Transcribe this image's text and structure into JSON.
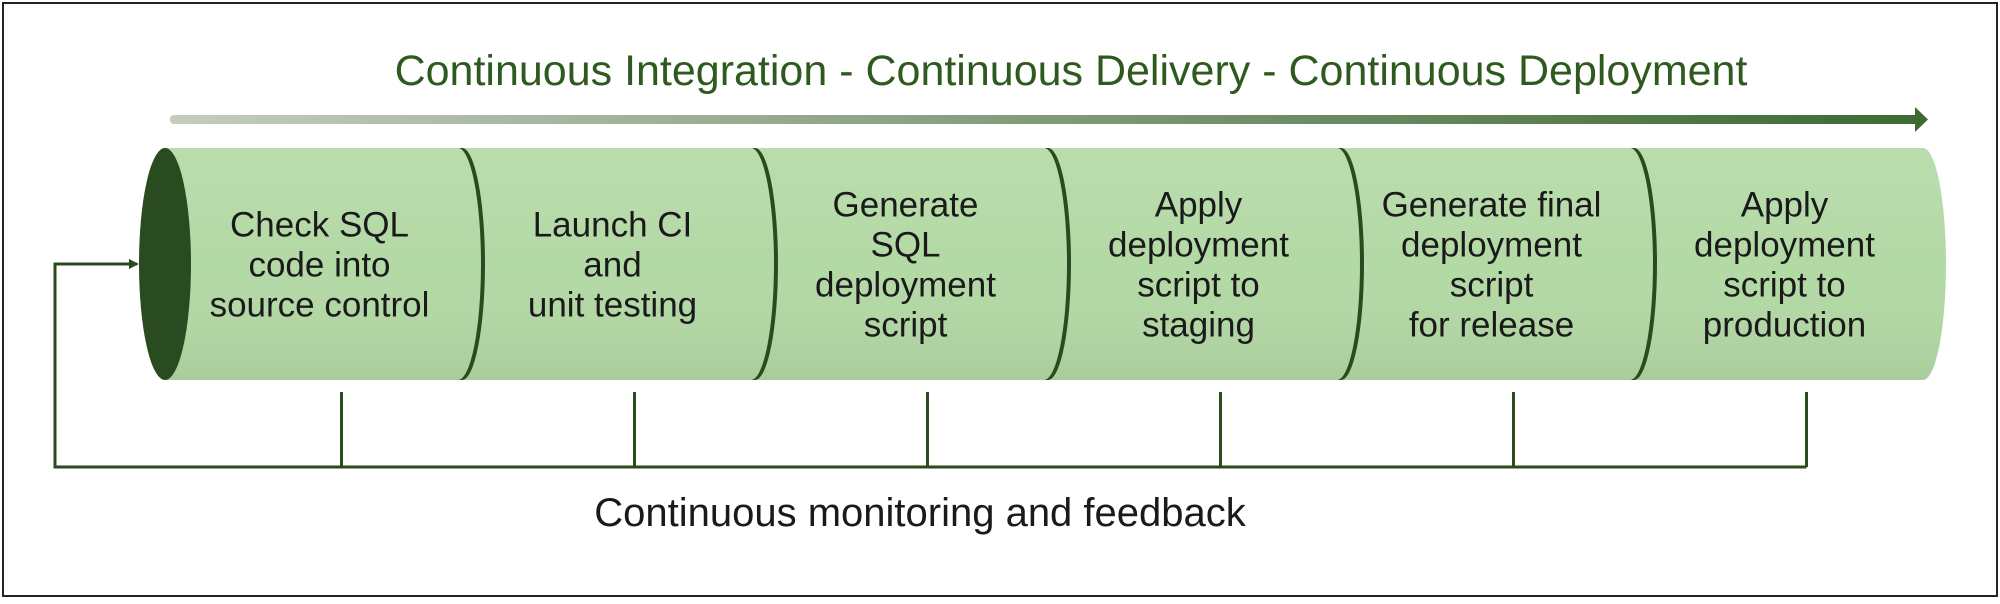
{
  "diagram": {
    "title": "Continuous Integration - Continuous Delivery - Continuous Deployment",
    "feedback_label": "Continuous monitoring and feedback",
    "stages": [
      {
        "lines": [
          "Check SQL",
          "code into",
          "source control"
        ]
      },
      {
        "lines": [
          "Launch CI",
          "and",
          "unit testing"
        ]
      },
      {
        "lines": [
          "Generate",
          "SQL",
          "deployment",
          "script"
        ]
      },
      {
        "lines": [
          "Apply",
          "deployment",
          "script to",
          "staging"
        ]
      },
      {
        "lines": [
          "Generate final",
          "deployment",
          "script",
          "for release"
        ]
      },
      {
        "lines": [
          "Apply",
          "deployment",
          "script to",
          "production"
        ]
      }
    ]
  },
  "colors": {
    "title": "#2e5a1f",
    "label_text": "#1a1a1a",
    "segment_fill": "#b3d9a5",
    "segment_dark": "#2a4a20",
    "arrow_start": "#c4ccbe",
    "arrow_end": "#3d6a33",
    "feedback_line": "#2a4a20",
    "frame": "#222222"
  }
}
